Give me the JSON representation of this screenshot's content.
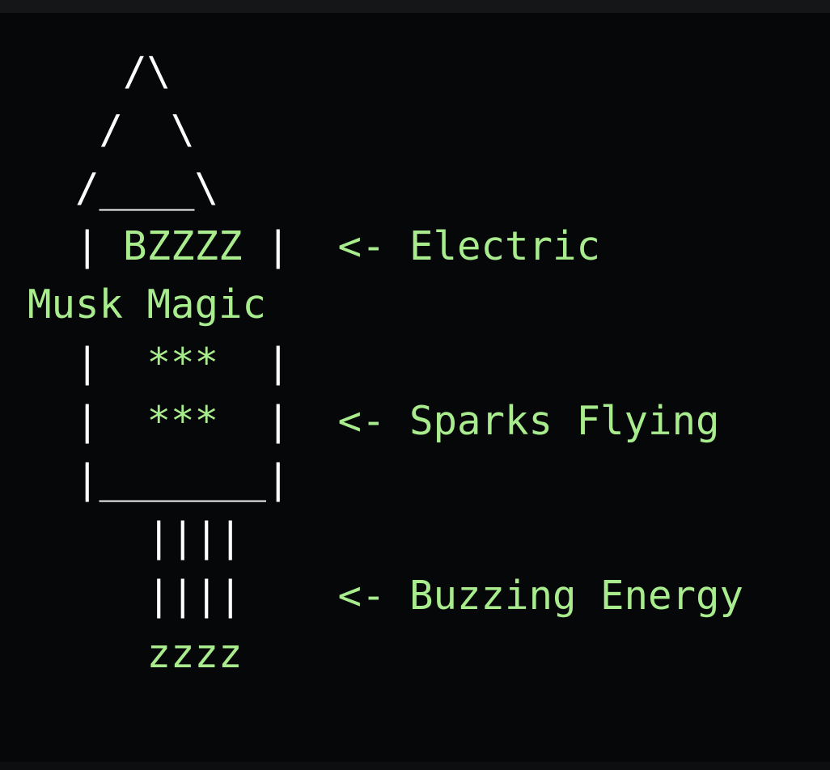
{
  "colors": {
    "background": "#060708",
    "art": "#ffffff",
    "text": "#a8ec8e"
  },
  "lines": [
    {
      "segments": [
        {
          "kind": "art",
          "text": "    /\\"
        }
      ]
    },
    {
      "segments": [
        {
          "kind": "art",
          "text": "   /  \\"
        }
      ]
    },
    {
      "segments": [
        {
          "kind": "art",
          "text": "  /____\\"
        }
      ]
    },
    {
      "segments": [
        {
          "kind": "art",
          "text": "  | "
        },
        {
          "kind": "txt",
          "text": "BZZZZ"
        },
        {
          "kind": "art",
          "text": " |"
        },
        {
          "kind": "txt",
          "text": "  <- Electric"
        }
      ]
    },
    {
      "segments": [
        {
          "kind": "txt",
          "text": "Musk Magic"
        }
      ]
    },
    {
      "segments": [
        {
          "kind": "art",
          "text": "  |  "
        },
        {
          "kind": "txt",
          "text": "***"
        },
        {
          "kind": "art",
          "text": "  |"
        }
      ]
    },
    {
      "segments": [
        {
          "kind": "art",
          "text": "  |  "
        },
        {
          "kind": "txt",
          "text": "***"
        },
        {
          "kind": "art",
          "text": "  |"
        },
        {
          "kind": "txt",
          "text": "  <- Sparks Flying"
        }
      ]
    },
    {
      "segments": [
        {
          "kind": "art",
          "text": "  |_______|"
        }
      ]
    },
    {
      "segments": [
        {
          "kind": "art",
          "text": "     ||||"
        }
      ]
    },
    {
      "segments": [
        {
          "kind": "art",
          "text": "     ||||"
        },
        {
          "kind": "txt",
          "text": "    <- Buzzing Energy"
        }
      ]
    },
    {
      "segments": [
        {
          "kind": "txt",
          "text": "     zzzz"
        }
      ]
    }
  ]
}
